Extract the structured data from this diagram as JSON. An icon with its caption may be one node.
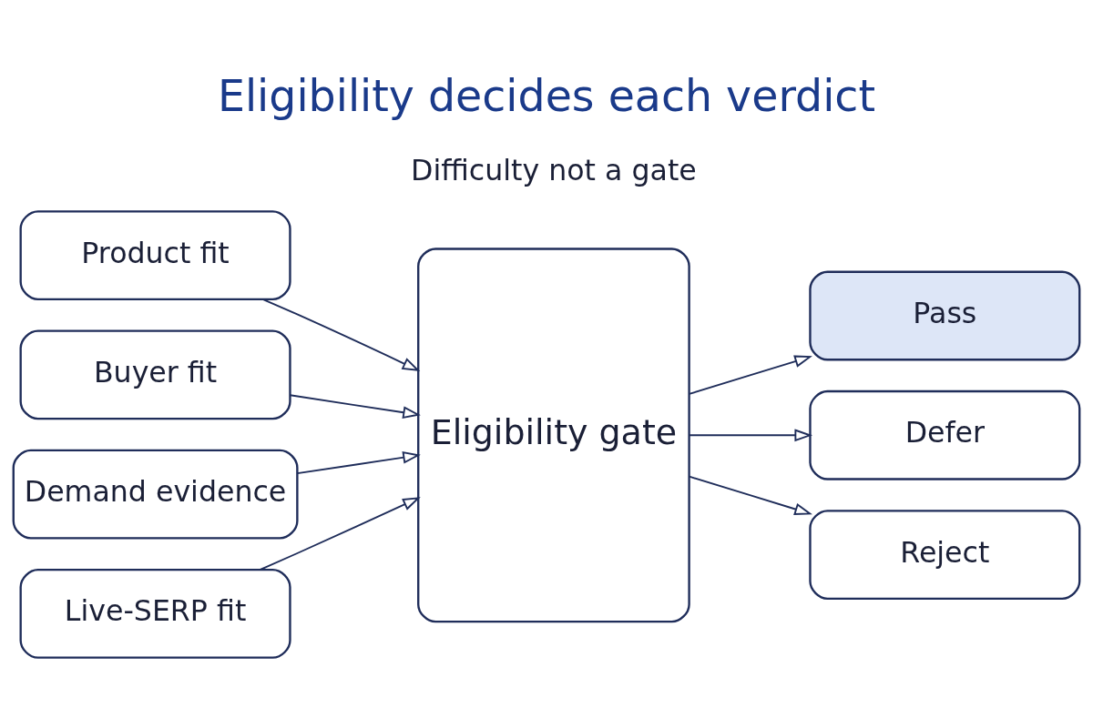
{
  "diagram": {
    "title": "Eligibility decides each verdict",
    "nodes": [
      {
        "text": [
          "Product fit"
        ]
      },
      {
        "text": [
          "Buyer fit"
        ]
      },
      {
        "text": [
          "Demand evidence"
        ]
      },
      {
        "text": [
          "Live-SERP fit"
        ]
      },
      {
        "text": [
          "Eligibility gate"
        ]
      },
      {
        "text": [
          "Pass"
        ]
      },
      {
        "text": [
          "Defer"
        ]
      },
      {
        "text": [
          "Reject"
        ]
      }
    ],
    "edges": [
      {
        "from": 0,
        "to": 4,
        "arrow": "to"
      },
      {
        "from": 1,
        "to": 4,
        "arrow": "to"
      },
      {
        "from": 2,
        "to": 4,
        "arrow": "to"
      },
      {
        "from": 3,
        "to": 4,
        "arrow": "to"
      },
      {
        "from": 4,
        "to": 5,
        "arrow": "to"
      },
      {
        "from": 4,
        "to": 6,
        "arrow": "to"
      },
      {
        "from": 4,
        "to": 7,
        "arrow": "to"
      }
    ],
    "labels": [
      "Difficulty not a gate"
    ]
  }
}
